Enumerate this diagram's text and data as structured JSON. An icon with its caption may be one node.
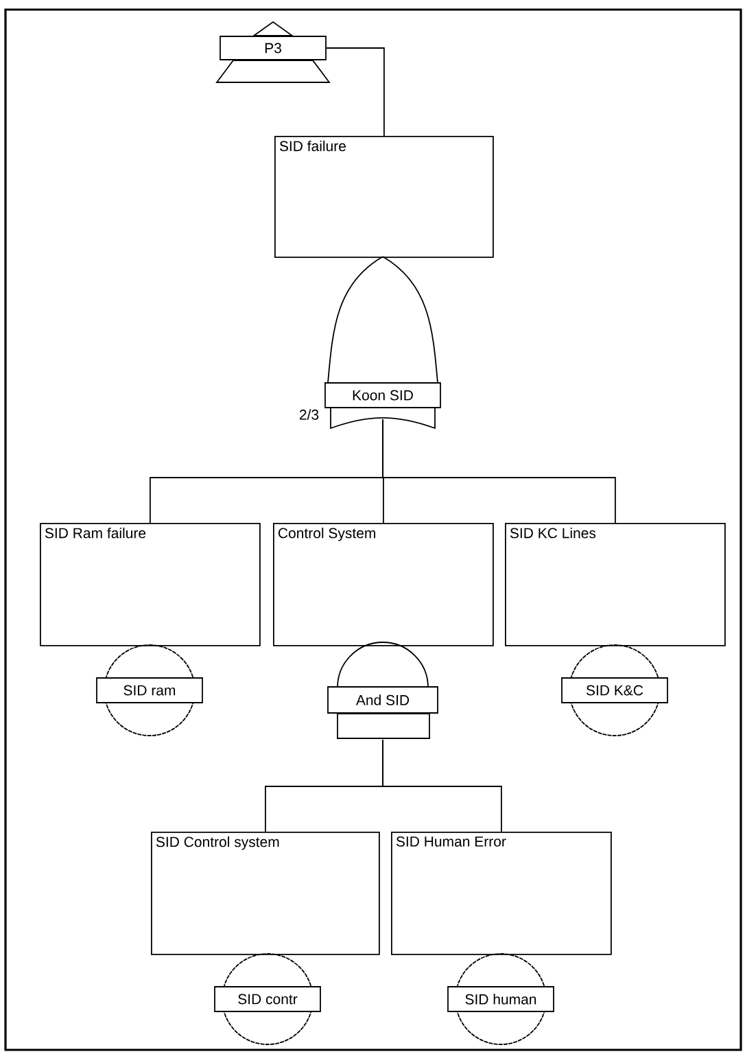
{
  "diagram": {
    "nodes": [
      {
        "text": [
          "P3"
        ]
      },
      {
        "text": [
          "SID failure"
        ]
      },
      {
        "text": [
          "Koon SID"
        ],
        "beside": [
          "2/3"
        ]
      },
      {
        "text": [
          "SID Ram failure"
        ]
      },
      {
        "text": [
          "Control System"
        ]
      },
      {
        "text": [
          "SID KC Lines"
        ]
      },
      {
        "text": [
          "SID ram"
        ]
      },
      {
        "text": [
          "And SID"
        ]
      },
      {
        "text": [
          "SID K&C"
        ]
      },
      {
        "text": [
          "SID Control system"
        ]
      },
      {
        "text": [
          "SID Human Error"
        ]
      },
      {
        "text": [
          "SID contr"
        ]
      },
      {
        "text": [
          "SID human"
        ]
      }
    ],
    "edges": [
      {
        "from": 0,
        "to": 1,
        "arrow": "none"
      },
      {
        "from": 2,
        "to": 3,
        "arrow": "none"
      },
      {
        "from": 2,
        "to": 4,
        "arrow": "none"
      },
      {
        "from": 2,
        "to": 5,
        "arrow": "none"
      },
      {
        "from": 7,
        "to": 9,
        "arrow": "none"
      },
      {
        "from": 7,
        "to": 10,
        "arrow": "none"
      }
    ]
  }
}
